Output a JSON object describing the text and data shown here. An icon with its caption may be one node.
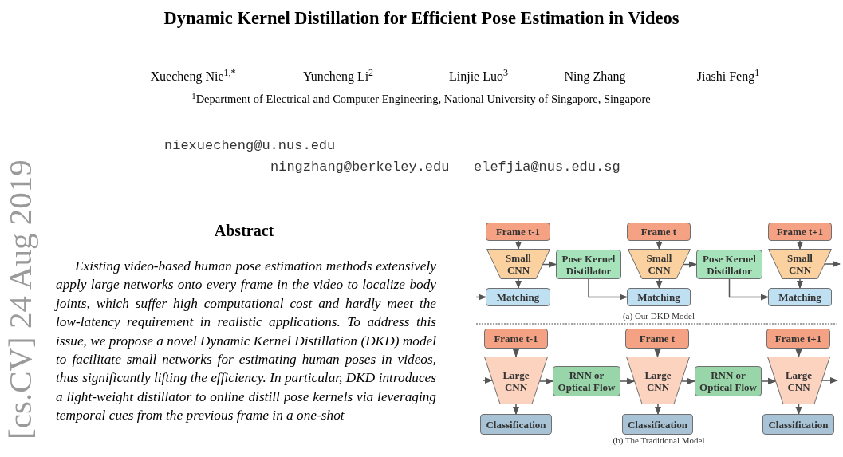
{
  "diagram": {
    "title": "Dynamic Kernel Distillation for Efficient Pose Estimation in Videos",
    "nodes": [
      {
        "text": [
          "Frame t-1"
        ]
      },
      {
        "text": [
          "Small CNN"
        ]
      },
      {
        "text": [
          "Matching"
        ]
      },
      {
        "text": [
          "Pose Kernel Distillator"
        ]
      },
      {
        "text": [
          "Frame t"
        ]
      },
      {
        "text": [
          "Small CNN"
        ]
      },
      {
        "text": [
          "Matching"
        ]
      },
      {
        "text": [
          "Pose Kernel Distillator"
        ]
      },
      {
        "text": [
          "Frame t+1"
        ]
      },
      {
        "text": [
          "Small CNN"
        ]
      },
      {
        "text": [
          "Matching"
        ]
      },
      {
        "text": [
          "Frame t-1"
        ]
      },
      {
        "text": [
          "Large CNN"
        ]
      },
      {
        "text": [
          "Classification"
        ]
      },
      {
        "text": [
          "RNN or Optical Flow"
        ]
      },
      {
        "text": [
          "Frame t"
        ]
      },
      {
        "text": [
          "Large CNN"
        ]
      },
      {
        "text": [
          "Classification"
        ]
      },
      {
        "text": [
          "RNN or Optical Flow"
        ]
      },
      {
        "text": [
          "Frame t+1"
        ]
      },
      {
        "text": [
          "Large CNN"
        ]
      },
      {
        "text": [
          "Classification"
        ]
      }
    ],
    "edges": [
      {
        "from": null,
        "to": 2,
        "arrow": "to"
      },
      {
        "from": 0,
        "to": 1,
        "arrow": "to"
      },
      {
        "from": 1,
        "to": 2,
        "arrow": "to"
      },
      {
        "from": 1,
        "to": 3,
        "arrow": "to"
      },
      {
        "from": 3,
        "to": 6,
        "arrow": "to"
      },
      {
        "from": 4,
        "to": 5,
        "arrow": "to"
      },
      {
        "from": 5,
        "to": 6,
        "arrow": "to"
      },
      {
        "from": 5,
        "to": 7,
        "arrow": "to"
      },
      {
        "from": 7,
        "to": 10,
        "arrow": "to"
      },
      {
        "from": 8,
        "to": 9,
        "arrow": "to"
      },
      {
        "from": 9,
        "to": 10,
        "arrow": "to"
      },
      {
        "from": 9,
        "to": null,
        "arrow": "to"
      },
      {
        "from": null,
        "to": 12,
        "arrow": "to"
      },
      {
        "from": 11,
        "to": 12,
        "arrow": "to"
      },
      {
        "from": 12,
        "to": 13,
        "arrow": "to"
      },
      {
        "from": 12,
        "to": 14,
        "arrow": "to"
      },
      {
        "from": 14,
        "to": 16,
        "arrow": "to"
      },
      {
        "from": 15,
        "to": 16,
        "arrow": "to"
      },
      {
        "from": 16,
        "to": 17,
        "arrow": "to"
      },
      {
        "from": 16,
        "to": 18,
        "arrow": "to"
      },
      {
        "from": 18,
        "to": 20,
        "arrow": "to"
      },
      {
        "from": 19,
        "to": 20,
        "arrow": "to"
      },
      {
        "from": 20,
        "to": 21,
        "arrow": "to"
      },
      {
        "from": 20,
        "to": null,
        "arrow": "to"
      }
    ],
    "labels": [
      "Xuecheng Nie$^{1,*}$",
      "Yuncheng Li$^{2}$",
      "Linjie Luo$^{3}$",
      "Ning Zhang",
      "Jiashi Feng$^{1}$",
      "$^{1}$Department of Electrical and Computer Engineering, National University of Singapore, Singapore",
      "niexuecheng@u.nus.edu",
      "ningzhang@berkeley.edu",
      "elefjia@nus.edu.sg",
      "[cs.CV] 24 Aug 2019",
      "Abstract",
      "Existing video-based human pose estimation methods extensively apply large networks onto every frame in the video to localize body joints, which suffer high computational cost and hardly meet the low-latency requirement in realistic applications. To address this issue, we propose a novel Dynamic Kernel Distillation (DKD) model to facilitate small networks for estimating human poses in videos, thus significantly lifting the efficiency. In particular, DKD introduces a light-weight distillator to online distill pose kernels via leveraging temporal cues from the previous frame in a one-shot",
      "(a) Our DKD Model",
      "(b) The Traditional Model"
    ]
  }
}
